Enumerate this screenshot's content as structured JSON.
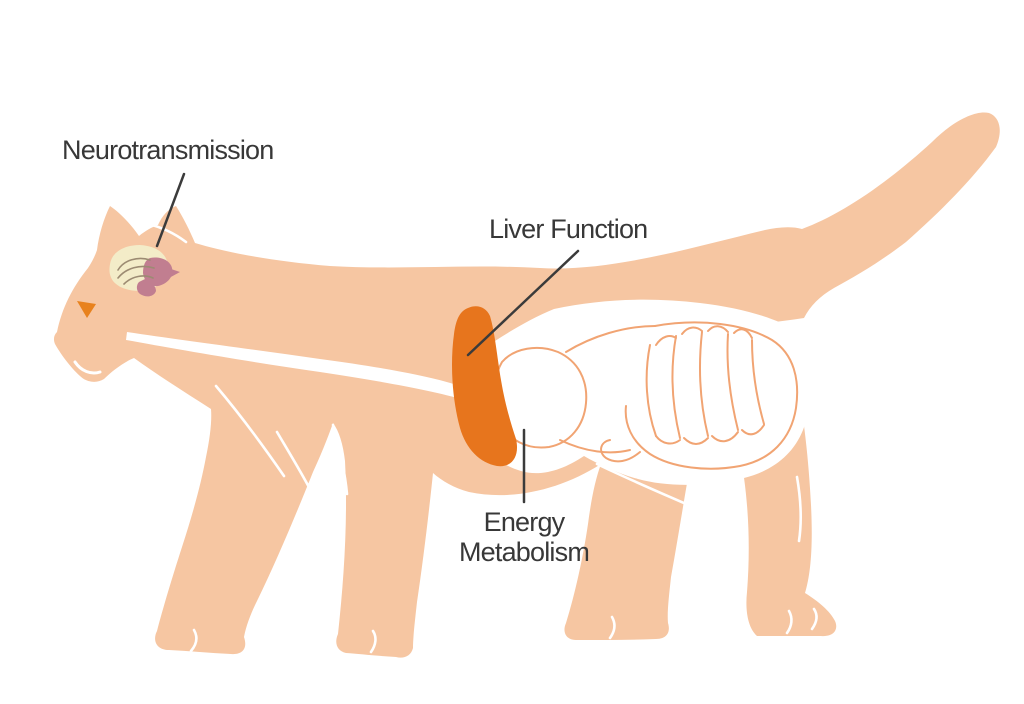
{
  "figure": {
    "type": "anatomical-diagram",
    "subject": "cat",
    "background": "#FFFFFF",
    "colors": {
      "body": "#F6C6A2",
      "liver": "#E7751D",
      "digestive_outline": "#F1A473",
      "brain": "#F3ECC8",
      "brain_fold_lines": "#9C8B72",
      "cerebellum": "#C17E90",
      "eye": "#E8821E",
      "label_text": "#383838",
      "leader_line": "#3B3B3B",
      "detail_white": "#FFFFFF"
    },
    "labels": [
      {
        "text": "Neurotransmission",
        "target": "brain"
      },
      {
        "text": "Liver Function",
        "target": "liver"
      },
      {
        "text": "Energy Metabolism",
        "target": "stomach"
      }
    ]
  }
}
